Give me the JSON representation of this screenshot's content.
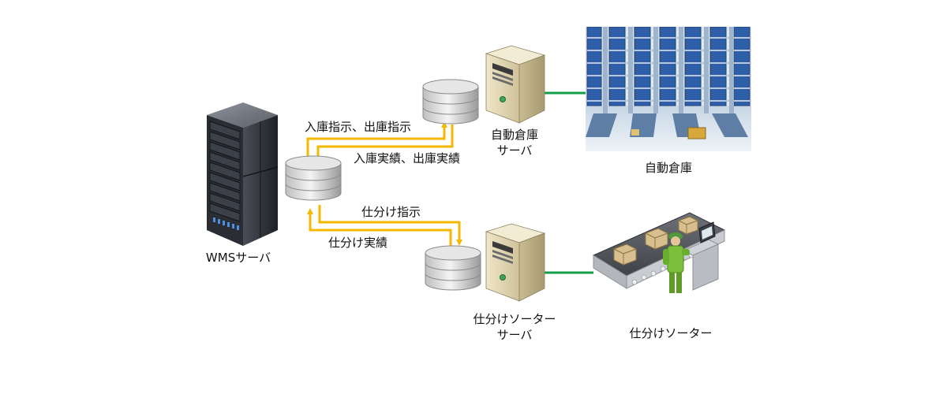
{
  "labels": {
    "wms_server": "WMSサーバ",
    "inbound_outbound_instruction": "入庫指示、出庫指示",
    "inbound_outbound_result": "入庫実績、出庫実績",
    "sort_instruction": "仕分け指示",
    "sort_result": "仕分け実績",
    "asrs_server_line1": "自動倉庫",
    "asrs_server_line2": "サーバ",
    "asrs": "自動倉庫",
    "sorter_server_line1": "仕分けソーター",
    "sorter_server_line2": "サーバ",
    "sorter": "仕分けソーター"
  },
  "colors": {
    "arrow": "#f5b800",
    "link": "#14a04a",
    "server_beige": "#e3d7b4",
    "rack_dark": "#2a2d33"
  }
}
